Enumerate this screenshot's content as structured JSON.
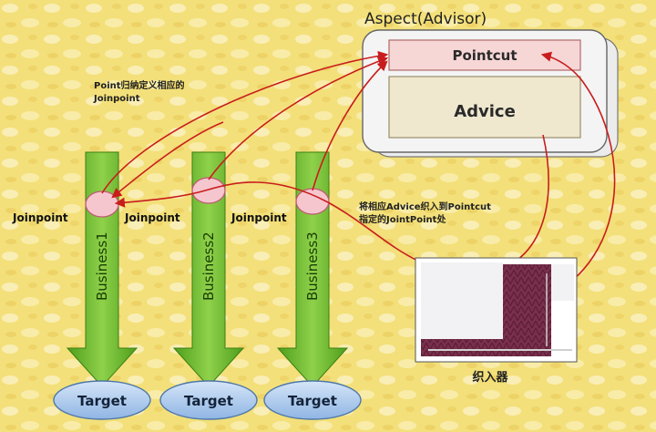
{
  "aspect": {
    "title": "Aspect(Advisor)",
    "pointcut": "Pointcut",
    "advice": "Advice"
  },
  "annotations": {
    "pointcut_note_line1": "Point归纳定义相应的",
    "pointcut_note_line2": "Joinpoint",
    "weave_note_line1": "将相应Advice织入到Pointcut",
    "weave_note_line2": "指定的JointPoint处"
  },
  "joinpoints": [
    {
      "label": "Joinpoint"
    },
    {
      "label": "Joinpoint"
    },
    {
      "label": "Joinpoint"
    }
  ],
  "business": [
    {
      "label": "Business1",
      "target": "Target"
    },
    {
      "label": "Business2",
      "target": "Target"
    },
    {
      "label": "Business3",
      "target": "Target"
    }
  ],
  "weaver": {
    "caption": "织入器"
  },
  "colors": {
    "background": "#f3e07a",
    "arrow_green": "#6cbf2a",
    "joinpoint_pink": "#f6c6cf",
    "pointcut_fill": "#f7d6d6",
    "advice_fill": "#efe8cf",
    "target_blue": "#a9c8ec",
    "connector_red": "#c91d1d",
    "fabric_purple": "#7a2f4c"
  }
}
